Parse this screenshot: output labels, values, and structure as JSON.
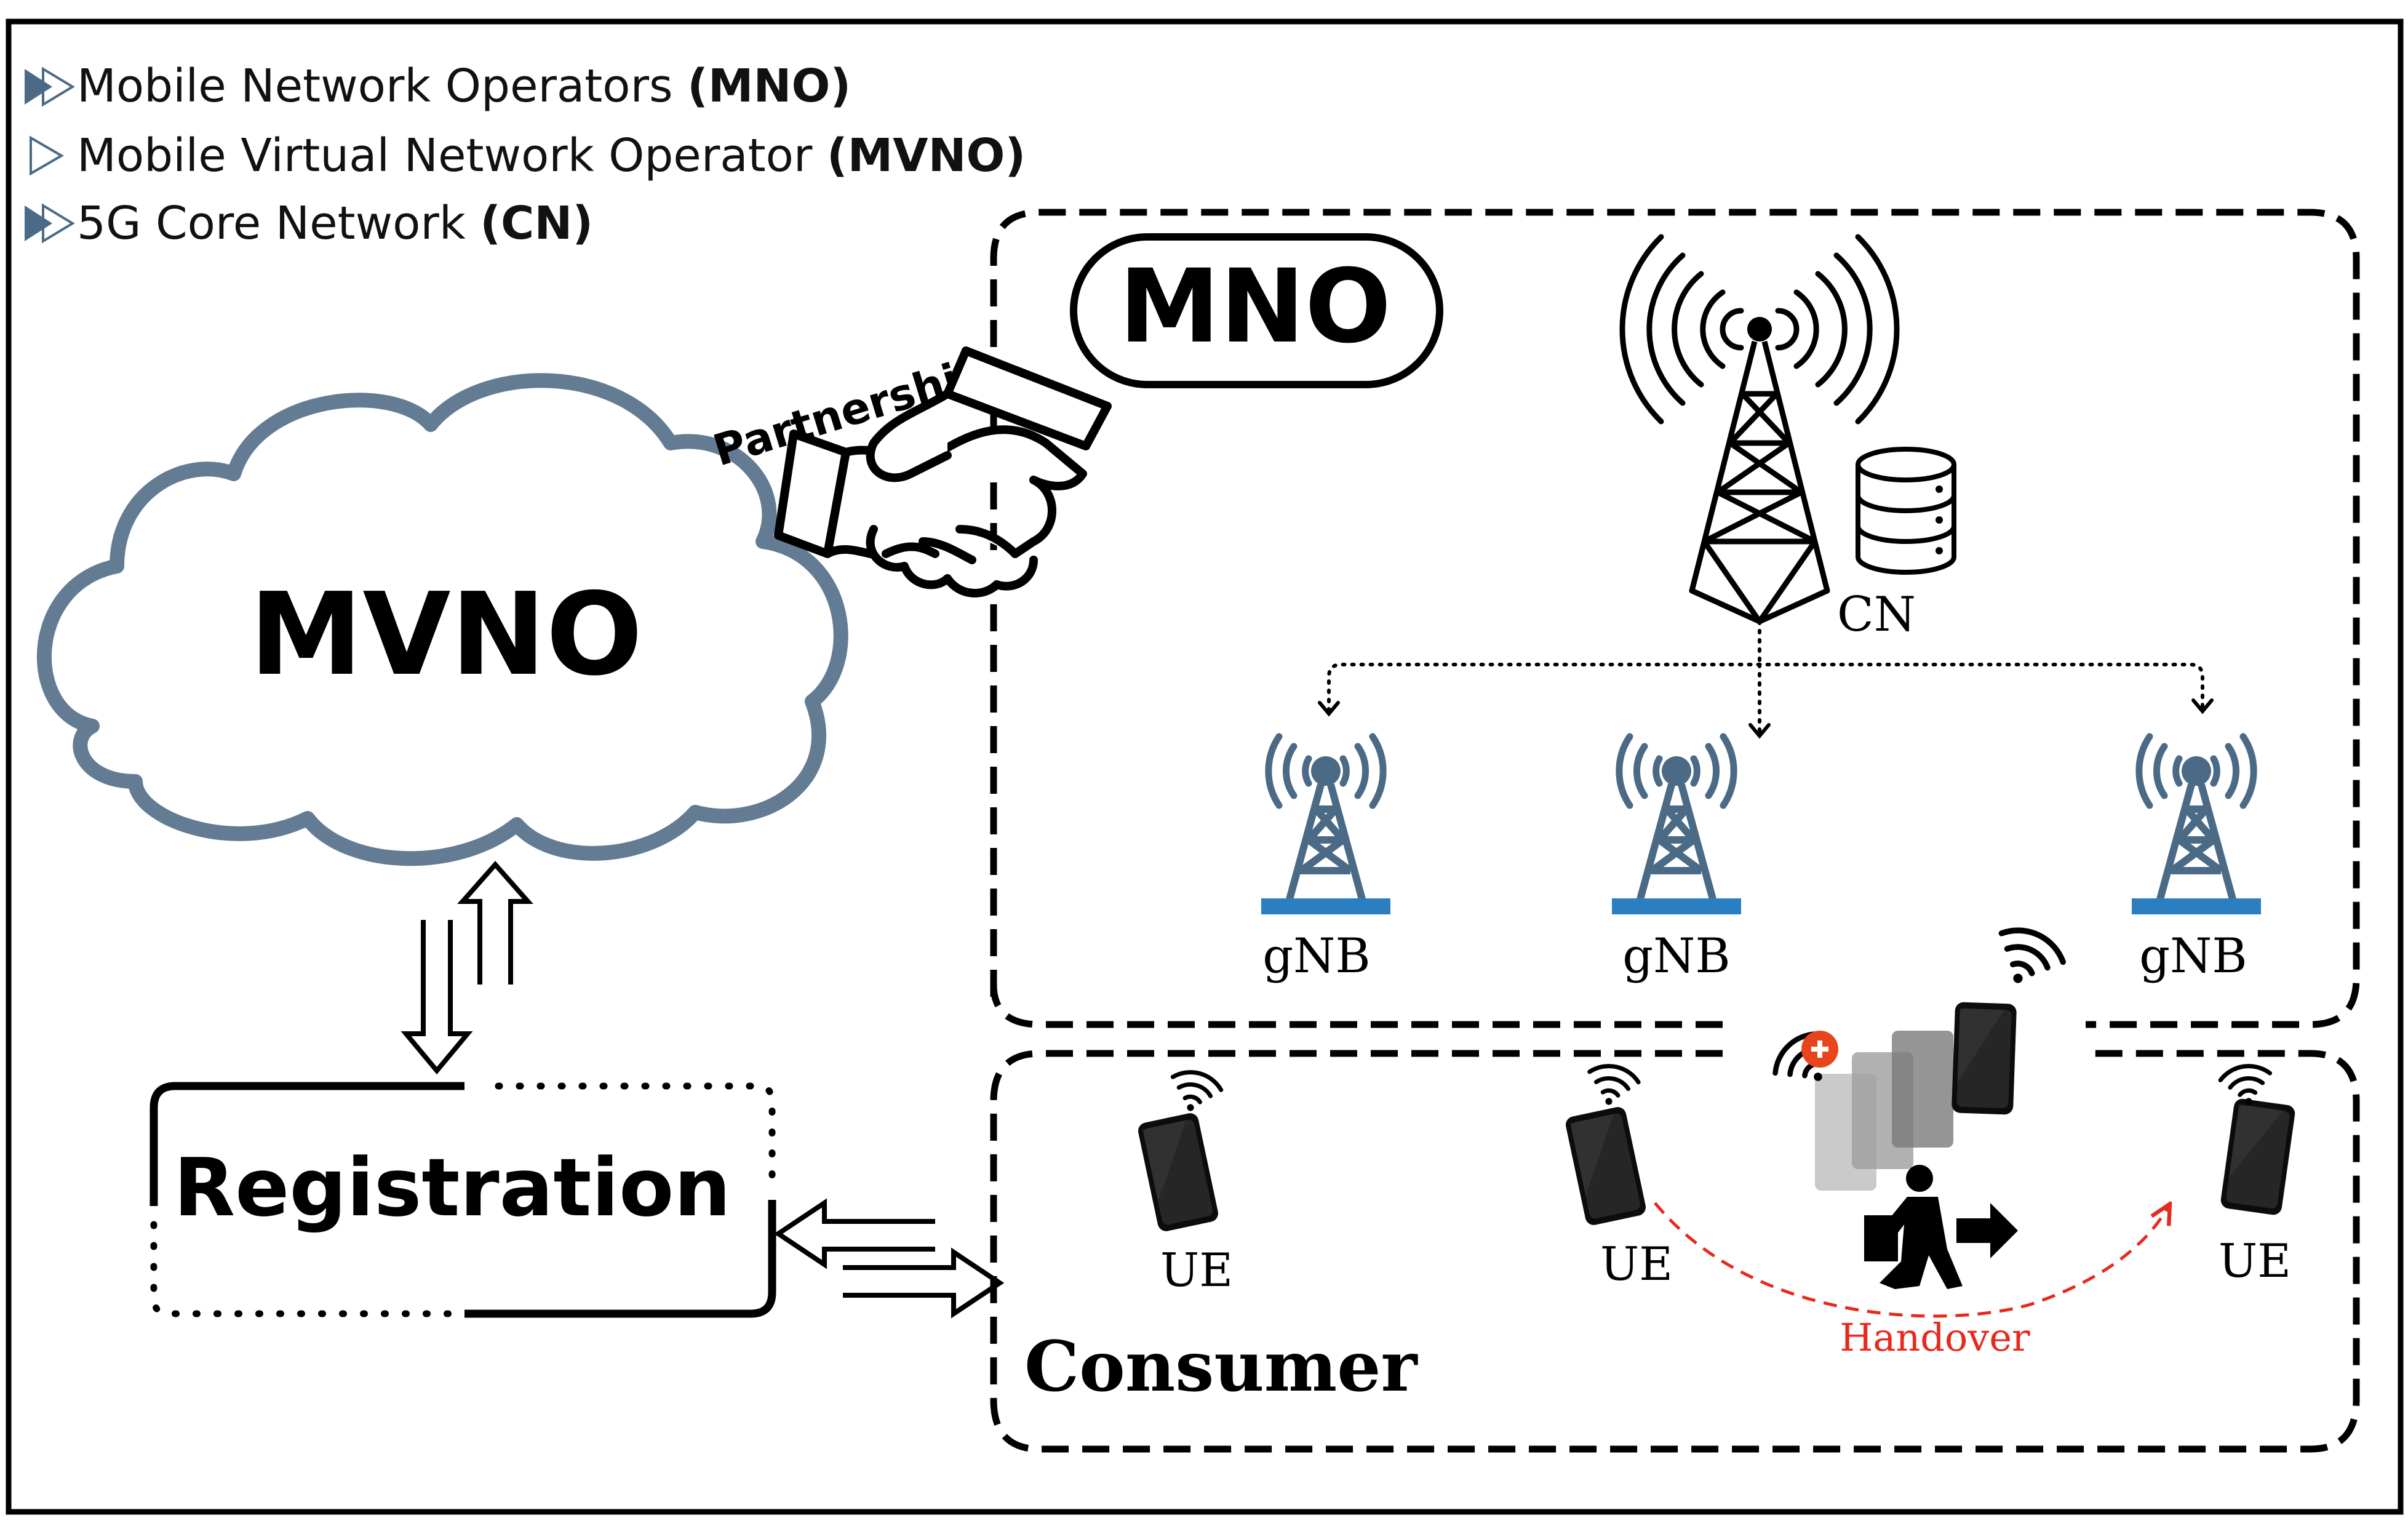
{
  "legend": [
    {
      "prefix": "Mobile Network Operators ",
      "abbr": "(MNO)"
    },
    {
      "prefix": "Mobile Virtual Network Operator ",
      "abbr": "(MVNO)"
    },
    {
      "prefix": "5G Core Network ",
      "abbr": "(CN)"
    }
  ],
  "mvno": {
    "label": "MVNO"
  },
  "mno": {
    "label": "MNO"
  },
  "partnership": {
    "label": "Partnership"
  },
  "registration": {
    "label": "Registration"
  },
  "cn": {
    "label": "CN"
  },
  "gnbs": [
    {
      "label": "gNB"
    },
    {
      "label": "gNB"
    },
    {
      "label": "gNB"
    }
  ],
  "ues": [
    {
      "label": "UE"
    },
    {
      "label": "UE"
    },
    {
      "label": "UE"
    }
  ],
  "handover": {
    "label": "Handover",
    "color": "#e8291c"
  },
  "consumer": {
    "label": "Consumer"
  },
  "colors": {
    "cloud_stroke": "#637c93",
    "tower_blue": "#4b6a86",
    "base_blue": "#2b7fc1",
    "arrow_gray": "#5b7388"
  },
  "icons": [
    "handshake-icon",
    "tower-icon",
    "database-icon",
    "phone-icon",
    "wifi-signal-icon",
    "pedestrian-icon",
    "error-badge-icon"
  ]
}
